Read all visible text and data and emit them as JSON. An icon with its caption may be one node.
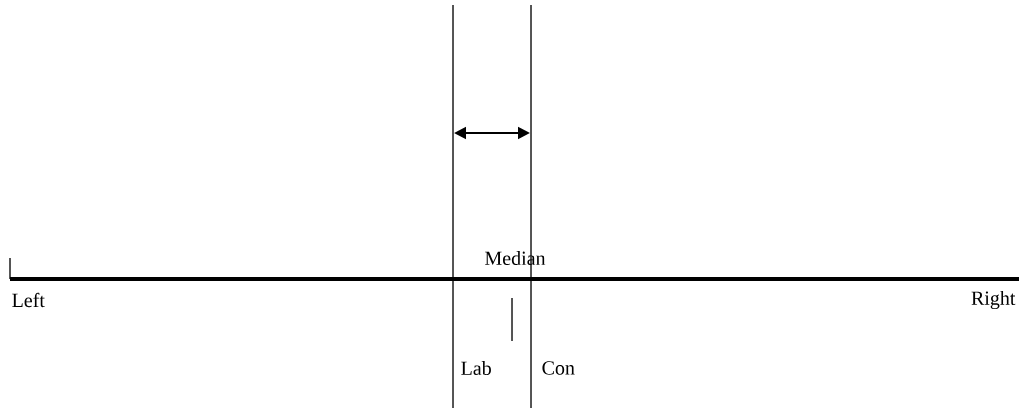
{
  "diagram": {
    "labels": [
      "Median",
      "Left",
      "Right",
      "Lab",
      "Con"
    ]
  }
}
